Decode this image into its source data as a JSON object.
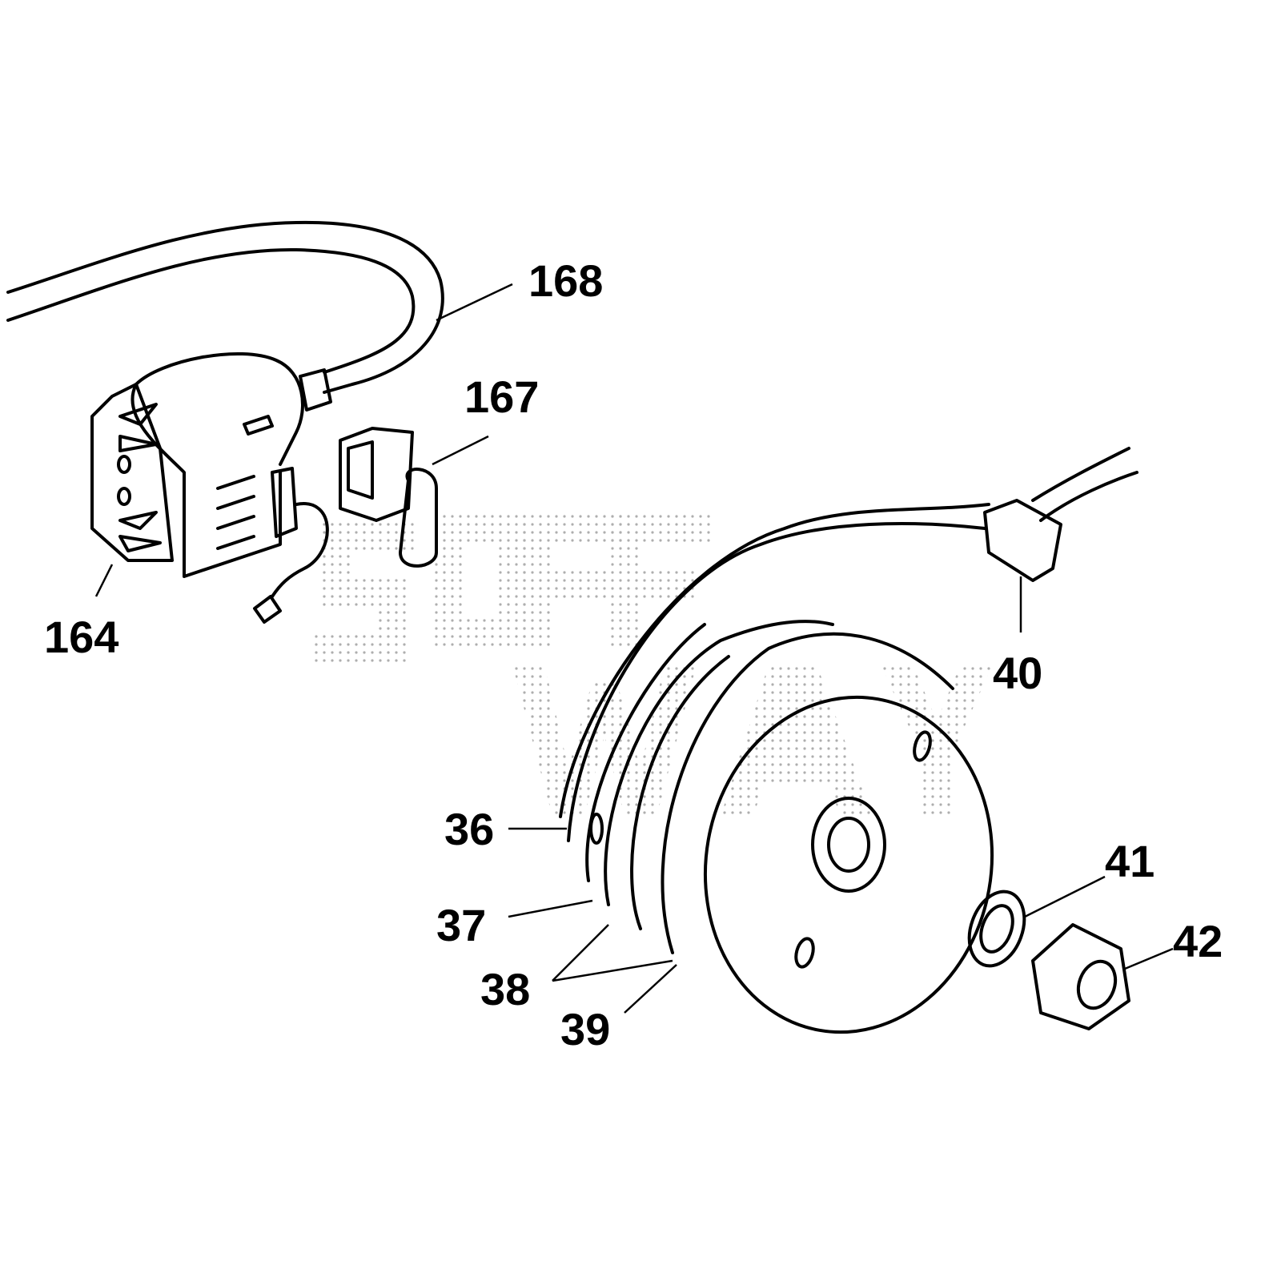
{
  "diagram": {
    "type": "exploded parts diagram",
    "callouts": [
      {
        "id": "168"
      },
      {
        "id": "167"
      },
      {
        "id": "164"
      },
      {
        "id": "40"
      },
      {
        "id": "36"
      },
      {
        "id": "37"
      },
      {
        "id": "38"
      },
      {
        "id": "39"
      },
      {
        "id": "41"
      },
      {
        "id": "42"
      }
    ]
  }
}
